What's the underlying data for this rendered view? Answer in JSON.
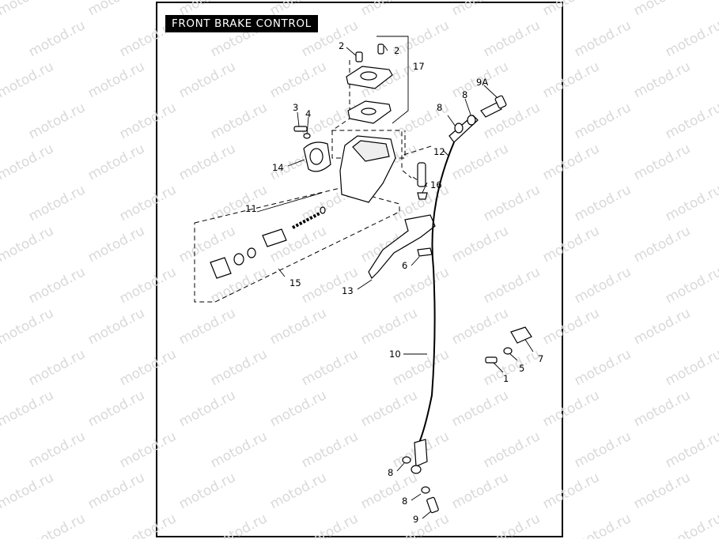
{
  "diagram": {
    "title": "FRONT BRAKE CONTROL",
    "watermark": "motod.ru",
    "callouts": [
      {
        "id": "c-17",
        "text": "17"
      },
      {
        "id": "c-2a",
        "text": "2"
      },
      {
        "id": "c-2b",
        "text": "2"
      },
      {
        "id": "c-9a",
        "text": "9A"
      },
      {
        "id": "c-8a",
        "text": "8"
      },
      {
        "id": "c-8b",
        "text": "8"
      },
      {
        "id": "c-3",
        "text": "3"
      },
      {
        "id": "c-4",
        "text": "4"
      },
      {
        "id": "c-12",
        "text": "12"
      },
      {
        "id": "c-14",
        "text": "14"
      },
      {
        "id": "c-16",
        "text": "16"
      },
      {
        "id": "c-11",
        "text": "11"
      },
      {
        "id": "c-6",
        "text": "6"
      },
      {
        "id": "c-15",
        "text": "15"
      },
      {
        "id": "c-13",
        "text": "13"
      },
      {
        "id": "c-10",
        "text": "10"
      },
      {
        "id": "c-7",
        "text": "7"
      },
      {
        "id": "c-5",
        "text": "5"
      },
      {
        "id": "c-1",
        "text": "1"
      },
      {
        "id": "c-8c",
        "text": "8"
      },
      {
        "id": "c-8d",
        "text": "8"
      },
      {
        "id": "c-9",
        "text": "9"
      }
    ]
  }
}
